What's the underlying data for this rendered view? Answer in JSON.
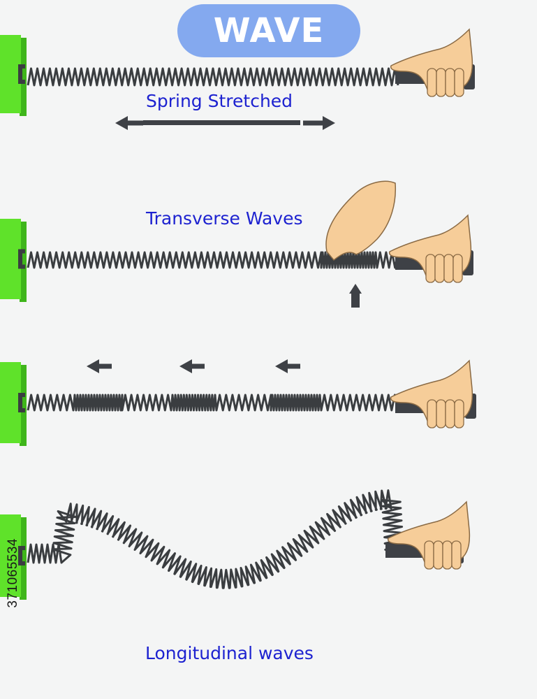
{
  "title": "WAVE",
  "captions": {
    "stretched": "Spring Stretched",
    "transverse": "Transverse Waves",
    "longitudinal": "Longitudinal waves"
  },
  "watermark": "371065534",
  "colors": {
    "title_pill": "#84a9ef",
    "caption_text": "#1d22d0",
    "wall_block": "#5fe22a",
    "spring": "#3a3d40",
    "handle": "#3e4146",
    "arrow": "#3e4146",
    "skin": "#f6cd99",
    "background": "#f4f5f5"
  },
  "icons": [
    "wall-block-icon",
    "spring-icon",
    "hand-icon",
    "arrow-left-icon",
    "arrow-right-icon",
    "arrow-up-icon"
  ]
}
